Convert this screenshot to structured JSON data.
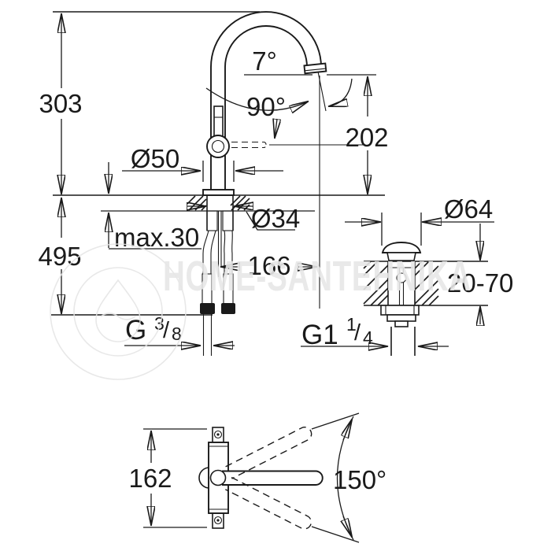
{
  "watermark": {
    "text": "HOME-SANTEHNIKA"
  },
  "side_view": {
    "spout_height_above_deck": "303",
    "hose_length_below_deck": "495",
    "outlet_height": "202",
    "base_diameter": "Ø50",
    "swivel_angle": "7°",
    "handle_angle": "90°",
    "mounting_hole_diameter": "Ø34",
    "max_deck_thickness": "max.30",
    "spout_reach": "166",
    "supply_thread_letter": "G",
    "supply_thread_numerator": "3",
    "supply_thread_slash": "/",
    "supply_thread_denominator": "8"
  },
  "drain_view": {
    "cap_diameter": "Ø64",
    "deck_thickness_range": "20-70",
    "drain_thread_letter": "G1",
    "drain_thread_numerator": "1",
    "drain_thread_slash": "/",
    "drain_thread_denominator": "4"
  },
  "plan_view": {
    "body_length": "162",
    "handle_swing_angle": "150°"
  },
  "colors": {
    "line": "#1a1a1a",
    "background": "#ffffff",
    "watermark": "#e7e7e7"
  }
}
